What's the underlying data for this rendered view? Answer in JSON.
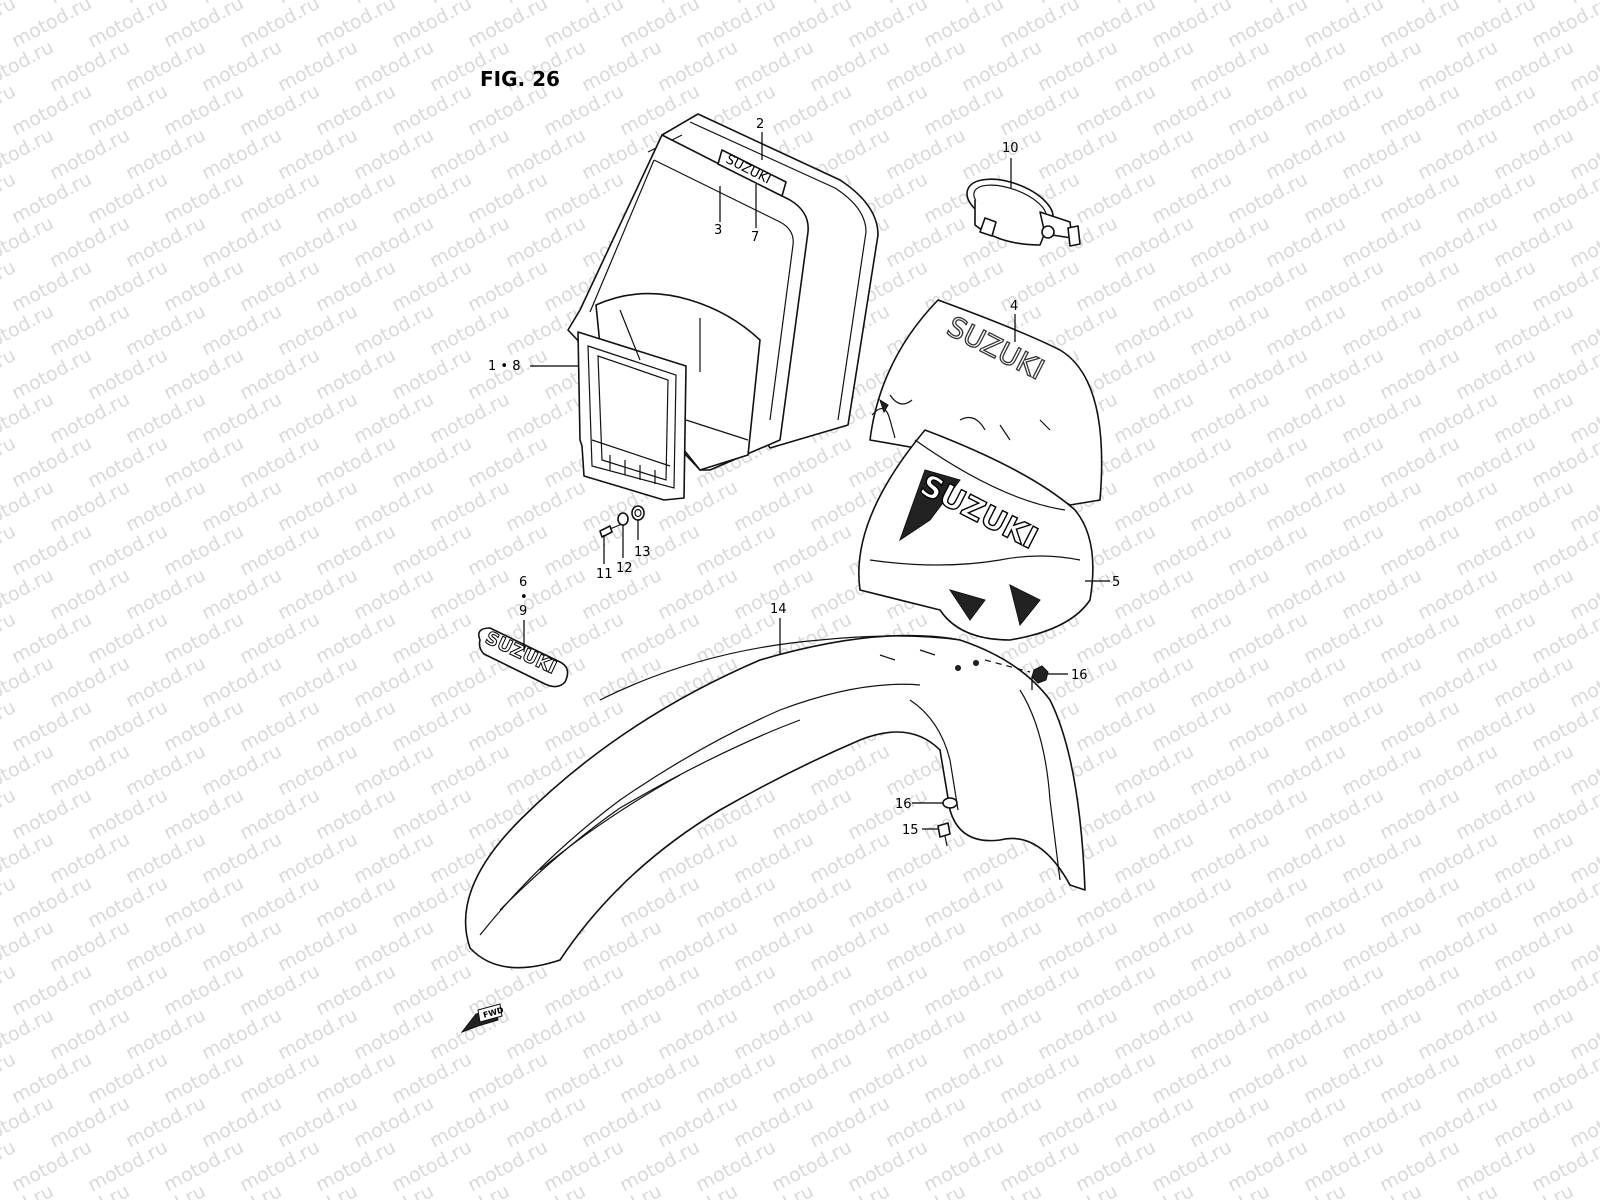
{
  "figure": {
    "title": "FIG. 26"
  },
  "watermark": {
    "text": "motod.ru"
  },
  "logo": {
    "text": "SUZUKI"
  },
  "fwd_badge": {
    "text": "FWD"
  },
  "labels": {
    "l1_8": "1 • 8",
    "l2": "2",
    "l3": "3",
    "l4": "4",
    "l5": "5",
    "l6": "6",
    "l6dot": "•",
    "l7": "7",
    "l9": "9",
    "l10": "10",
    "l11": "11",
    "l12": "12",
    "l13": "13",
    "l14": "14",
    "l15": "15",
    "l16a": "16",
    "l16b": "16"
  }
}
